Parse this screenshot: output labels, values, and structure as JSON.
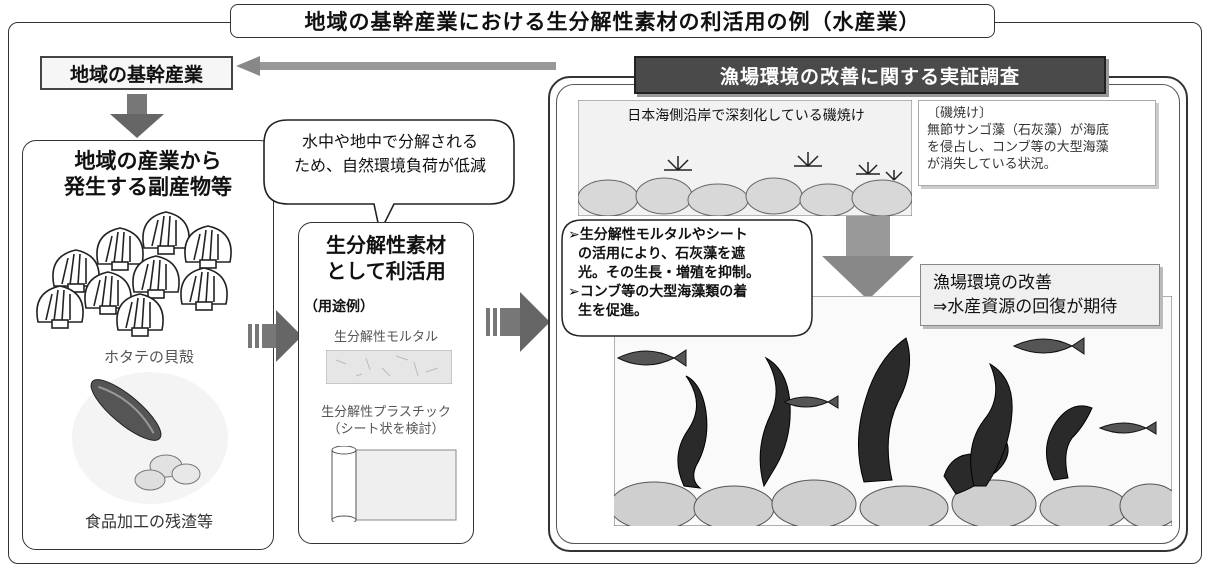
{
  "title": "地域の基幹産業における生分解性素材の利活用の例（水産業）",
  "core_industry": "地域の基幹産業",
  "byproducts": {
    "heading_line1": "地域の産業から",
    "heading_line2": "発生する副産物等",
    "scallop_label": "ホタテの貝殻",
    "food_label": "食品加工の残渣等"
  },
  "speech_bubble": {
    "line1": "水中や地中で分解される",
    "line2": "ため、自然環境負荷が低減"
  },
  "biodegradable": {
    "heading_line1": "生分解性素材",
    "heading_line2": "として利活用",
    "usage_label": "（用途例）",
    "mortar_label": "生分解性モルタル",
    "plastic_label_line1": "生分解性プラスチック",
    "plastic_label_line2": "（シート状を検討）"
  },
  "survey": {
    "title": "漁場環境の改善に関する実証調査",
    "iso_caption": "日本海側沿岸で深刻化している磯焼け",
    "iso_note_line1": "〔磯焼け〕",
    "iso_note_line2": "無節サンゴ藻（石灰藻）が海底",
    "iso_note_line3": "を侵占し、コンブ等の大型海藻",
    "iso_note_line4": "が消失している状況。",
    "bullet1_line1": "➢生分解性モルタルやシート",
    "bullet1_line2": "の活用により、石灰藻を遮",
    "bullet1_line3": "光。その生長・増殖を抑制。",
    "bullet2_line1": "➢コンブ等の大型海藻類の着",
    "bullet2_line2": "生を促進。",
    "improve_line1": "漁場環境の改善",
    "improve_line2": "⇒水産資源の回復が期待"
  }
}
